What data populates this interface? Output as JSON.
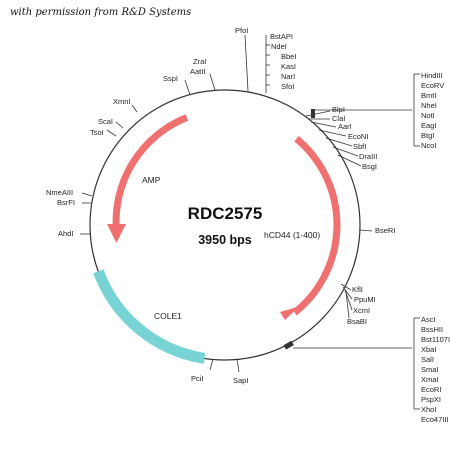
{
  "credit": "with permission from R&D Systems",
  "plasmid": {
    "name": "RDC2575",
    "size": "3950 bps"
  },
  "features": {
    "amp": {
      "label": "AMP",
      "color": "#f07070"
    },
    "insert": {
      "label": "hCD44 (1-400)",
      "color": "#f07070"
    },
    "cole1": {
      "label": "COLE1",
      "color": "#78d4d4"
    }
  },
  "sites": [
    {
      "label": "PfoI"
    },
    {
      "label": "BstAPI"
    },
    {
      "label": "NdeI"
    },
    {
      "label": "BbeI"
    },
    {
      "label": "KasI"
    },
    {
      "label": "NarI"
    },
    {
      "label": "SfoI"
    },
    {
      "label": "ZraI"
    },
    {
      "label": "AatII"
    },
    {
      "label": "SspI"
    },
    {
      "label": "XmnI"
    },
    {
      "label": "ScaI"
    },
    {
      "label": "TsoI"
    },
    {
      "label": "NmeAIII"
    },
    {
      "label": "BsrFI"
    },
    {
      "label": "AhdI"
    },
    {
      "label": "PciI"
    },
    {
      "label": "SapI"
    },
    {
      "label": "BlpI"
    },
    {
      "label": "ClaI"
    },
    {
      "label": "AarI"
    },
    {
      "label": "EcoNI"
    },
    {
      "label": "SbfI"
    },
    {
      "label": "DraIII"
    },
    {
      "label": "BsgI"
    },
    {
      "label": "BseRI"
    },
    {
      "label": "KflI"
    },
    {
      "label": "PpuMI"
    },
    {
      "label": "XcmI"
    },
    {
      "label": "BsaBI"
    }
  ],
  "clusters": {
    "mcs1": [
      "HindIII",
      "EcoRV",
      "BmtI",
      "NheI",
      "NotI",
      "EagI",
      "BtgI",
      "NcoI"
    ],
    "mcs2": [
      "AscI",
      "BssHII",
      "Bst1107I",
      "XbaI",
      "SalI",
      "SmaI",
      "XmaI",
      "EcoRI",
      "PspXI",
      "XhoI",
      "Eco47III"
    ]
  }
}
